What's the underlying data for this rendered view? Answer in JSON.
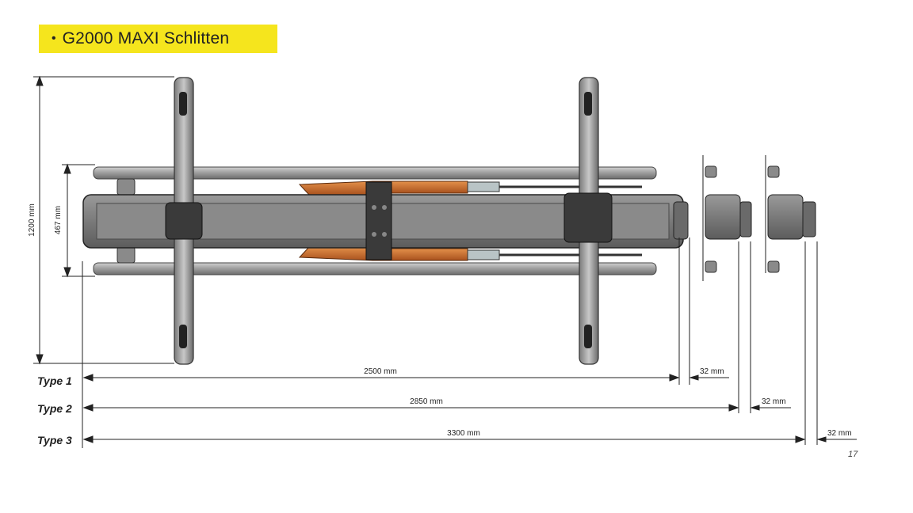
{
  "header": {
    "bullet": "•",
    "title": "G2000 MAXI Schlitten",
    "accent_color": "#f5e51d"
  },
  "dimensions": {
    "height_total": "1200 mm",
    "height_inner": "467 mm",
    "rows": [
      {
        "type": "Type 1",
        "length": "2500 mm",
        "extra": "32 mm"
      },
      {
        "type": "Type 2",
        "length": "2850 mm",
        "extra": "32 mm"
      },
      {
        "type": "Type 3",
        "length": "3300 mm",
        "extra": "32 mm"
      }
    ]
  },
  "page_number": "17"
}
